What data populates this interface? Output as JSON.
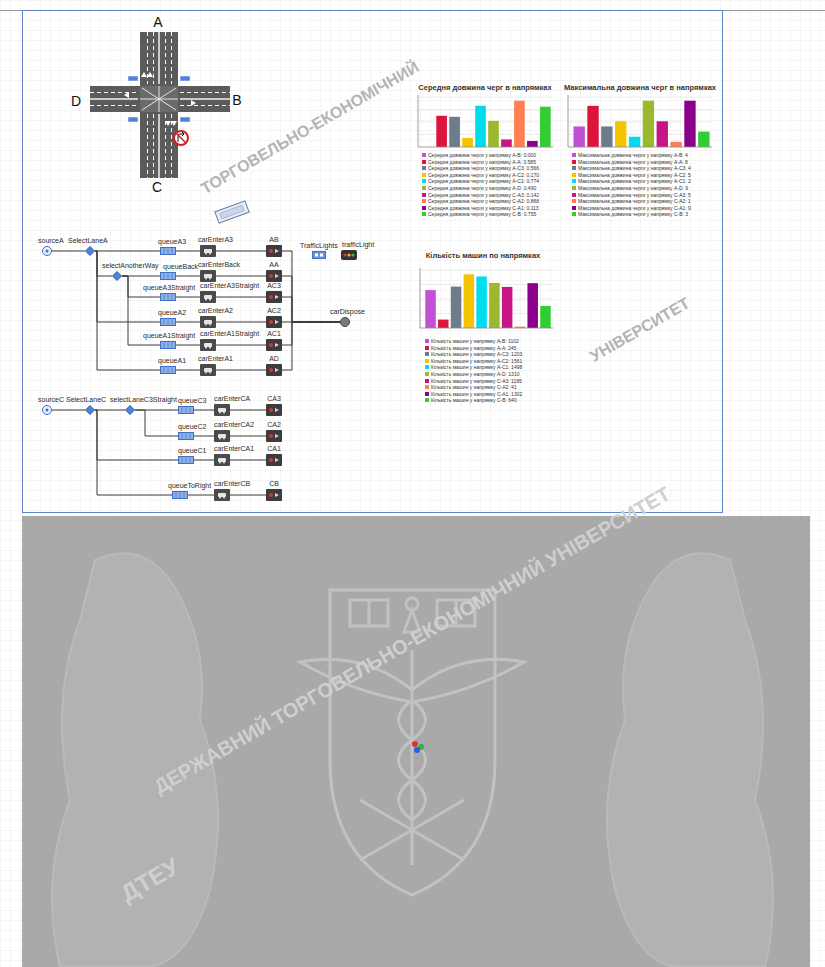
{
  "diagram": {
    "nodes": [
      {
        "text": [
          "sourceA"
        ]
      },
      {
        "text": [
          "SelectLaneA"
        ]
      },
      {
        "text": [
          "queueA3"
        ]
      },
      {
        "text": [
          "carEnterA3"
        ]
      },
      {
        "text": [
          "AB"
        ]
      },
      {
        "text": [
          "selectAnotherWay"
        ]
      },
      {
        "text": [
          "queueBack"
        ]
      },
      {
        "text": [
          "carEnterBack"
        ]
      },
      {
        "text": [
          "AA"
        ]
      },
      {
        "text": [
          "queueA3Straight"
        ]
      },
      {
        "text": [
          "carEnterA3Straight"
        ]
      },
      {
        "text": [
          "AC3"
        ]
      },
      {
        "text": [
          "queueA2"
        ]
      },
      {
        "text": [
          "carEnterA2"
        ]
      },
      {
        "text": [
          "AC2"
        ]
      },
      {
        "text": [
          "queueA1Straight"
        ]
      },
      {
        "text": [
          "carEnterA1Straight"
        ]
      },
      {
        "text": [
          "AC1"
        ]
      },
      {
        "text": [
          "queueA1"
        ]
      },
      {
        "text": [
          "carEnterA1"
        ]
      },
      {
        "text": [
          "AD"
        ]
      },
      {
        "text": [
          "TrafficLights"
        ]
      },
      {
        "text": [
          "trafficLight"
        ]
      },
      {
        "text": [
          "carDispose"
        ]
      },
      {
        "text": [
          "sourceC"
        ]
      },
      {
        "text": [
          "SelectLaneC"
        ]
      },
      {
        "text": [
          "selectLaneC3Straight"
        ]
      },
      {
        "text": [
          "queueC3"
        ]
      },
      {
        "text": [
          "carEnterCA"
        ]
      },
      {
        "text": [
          "CA3"
        ]
      },
      {
        "text": [
          "queueC2"
        ]
      },
      {
        "text": [
          "carEnterCA2"
        ]
      },
      {
        "text": [
          "CA2"
        ]
      },
      {
        "text": [
          "queueC1"
        ]
      },
      {
        "text": [
          "carEnterCA1"
        ]
      },
      {
        "text": [
          "CA1"
        ]
      },
      {
        "text": [
          "queueToRight"
        ]
      },
      {
        "text": [
          "carEnterCB"
        ]
      },
      {
        "text": [
          "CB"
        ]
      }
    ],
    "edges": [
      {
        "from": 0,
        "to": 1,
        "arrow": "none"
      },
      {
        "from": 1,
        "to": 2,
        "arrow": "none"
      },
      {
        "from": 2,
        "to": 3,
        "arrow": "none"
      },
      {
        "from": 3,
        "to": 4,
        "arrow": "none"
      },
      {
        "from": 1,
        "to": 5,
        "arrow": "none"
      },
      {
        "from": 5,
        "to": 6,
        "arrow": "none"
      },
      {
        "from": 6,
        "to": 7,
        "arrow": "none"
      },
      {
        "from": 7,
        "to": 8,
        "arrow": "none"
      },
      {
        "from": 5,
        "to": 9,
        "arrow": "none"
      },
      {
        "from": 9,
        "to": 10,
        "arrow": "none"
      },
      {
        "from": 10,
        "to": 11,
        "arrow": "none"
      },
      {
        "from": 1,
        "to": 12,
        "arrow": "none"
      },
      {
        "from": 12,
        "to": 13,
        "arrow": "none"
      },
      {
        "from": 13,
        "to": 14,
        "arrow": "none"
      },
      {
        "from": 5,
        "to": 15,
        "arrow": "none"
      },
      {
        "from": 15,
        "to": 16,
        "arrow": "none"
      },
      {
        "from": 16,
        "to": 17,
        "arrow": "none"
      },
      {
        "from": 1,
        "to": 18,
        "arrow": "none"
      },
      {
        "from": 18,
        "to": 19,
        "arrow": "none"
      },
      {
        "from": 19,
        "to": 20,
        "arrow": "none"
      },
      {
        "from": 4,
        "to": 23,
        "arrow": "none"
      },
      {
        "from": 8,
        "to": 23,
        "arrow": "none"
      },
      {
        "from": 11,
        "to": 23,
        "arrow": "none"
      },
      {
        "from": 14,
        "to": 23,
        "arrow": "none"
      },
      {
        "from": 17,
        "to": 23,
        "arrow": "none"
      },
      {
        "from": 20,
        "to": 23,
        "arrow": "none"
      },
      {
        "from": 24,
        "to": 25,
        "arrow": "none"
      },
      {
        "from": 25,
        "to": 26,
        "arrow": "none"
      },
      {
        "from": 26,
        "to": 27,
        "arrow": "none"
      },
      {
        "from": 27,
        "to": 28,
        "arrow": "none"
      },
      {
        "from": 28,
        "to": 29,
        "arrow": "none"
      },
      {
        "from": 26,
        "to": 30,
        "arrow": "none"
      },
      {
        "from": 30,
        "to": 31,
        "arrow": "none"
      },
      {
        "from": 31,
        "to": 32,
        "arrow": "none"
      },
      {
        "from": 25,
        "to": 33,
        "arrow": "none"
      },
      {
        "from": 33,
        "to": 34,
        "arrow": "none"
      },
      {
        "from": 34,
        "to": 35,
        "arrow": "none"
      },
      {
        "from": 25,
        "to": 36,
        "arrow": "none"
      },
      {
        "from": 36,
        "to": 37,
        "arrow": "none"
      },
      {
        "from": 37,
        "to": 38,
        "arrow": "none"
      }
    ],
    "labels": [
      "A",
      "B",
      "C",
      "D",
      "Середня довжина черг в напрямках",
      "Максимальна довжина черг в напрямках",
      "Кількість машин по напрямках",
      "ТОРГОВЕЛЬНО-ЕКОНОМІЧНИЙ",
      "УНІВЕРСИТЕТ",
      "ДЕРЖАВНИЙ ТОРГОВЕЛЬНО-ЕКОНОМІЧНИЙ УНІВЕРСИТЕТ",
      "ДТЕУ"
    ],
    "legend": [
      {
        "text": "Середня довжина черги у напрямку A-B: 0.000",
        "color": "#c34fd6"
      },
      {
        "text": "Середня довжина черги у напрямку A-A: 0.585",
        "color": "#dc143c"
      },
      {
        "text": "Середня довжина черги у напрямку A-C3: 0.566",
        "color": "#6e7b8b"
      },
      {
        "text": "Середня довжина черги у напрямку A-C2: 0.170",
        "color": "#f5c400"
      },
      {
        "text": "Середня довжина черги у напрямку A-C1: 0.774",
        "color": "#00dcef"
      },
      {
        "text": "Середня довжина черги у напрямку A-D: 0.490",
        "color": "#9cb82e"
      },
      {
        "text": "Середня довжина черги у напрямку C-A3: 0.142",
        "color": "#c71585"
      },
      {
        "text": "Середня довжина черги у напрямку C-A2: 0.868",
        "color": "#ff7f50"
      },
      {
        "text": "Середня довжина черги у напрямку C-A1: 0.113",
        "color": "#8b008b"
      },
      {
        "text": "Середня довжина черги у напрямку C-B: 0.755",
        "color": "#32cd32"
      },
      {
        "text": "Максимальна довжина черги у напрямку A-B: 4",
        "color": "#c34fd6"
      },
      {
        "text": "Максимальна довжина черги у напрямку A-A: 8",
        "color": "#dc143c"
      },
      {
        "text": "Максимальна довжина черги у напрямку A-C3: 4",
        "color": "#6e7b8b"
      },
      {
        "text": "Максимальна довжина черги у напрямку A-C2: 5",
        "color": "#f5c400"
      },
      {
        "text": "Максимальна довжина черги у напрямку A-C1: 2",
        "color": "#00dcef"
      },
      {
        "text": "Максимальна довжина черги у напрямку A-D: 9",
        "color": "#9cb82e"
      },
      {
        "text": "Максимальна довжина черги у напрямку C-A3: 5",
        "color": "#c71585"
      },
      {
        "text": "Максимальна довжина черги у напрямку C-A2: 1",
        "color": "#ff7f50"
      },
      {
        "text": "Максимальна довжина черги у напрямку C-A1: 9",
        "color": "#8b008b"
      },
      {
        "text": "Максимальна довжина черги у напрямку C-B: 3",
        "color": "#32cd32"
      },
      {
        "text": "Кількість машин у напрямку A-B: 1102",
        "color": "#c34fd6"
      },
      {
        "text": "Кількість машин у напрямку A-A: 245",
        "color": "#dc143c"
      },
      {
        "text": "Кількість машин у напрямку A-C3: 1203",
        "color": "#6e7b8b"
      },
      {
        "text": "Кількість машин у напрямку A-C2: 1561",
        "color": "#f5c400"
      },
      {
        "text": "Кількість машин у напрямку A-C1: 1498",
        "color": "#00dcef"
      },
      {
        "text": "Кількість машин у напрямку A-D: 1310",
        "color": "#9cb82e"
      },
      {
        "text": "Кількість машин у напрямку C-A3: 1195",
        "color": "#c71585"
      },
      {
        "text": "Кількість машин у напрямку C-A2: 41",
        "color": "#ff7f50"
      },
      {
        "text": "Кількість машин у напрямку C-A1: 1302",
        "color": "#8b008b"
      },
      {
        "text": "Кількість машин у напрямку C-B: 640",
        "color": "#32cd32"
      }
    ]
  }
}
